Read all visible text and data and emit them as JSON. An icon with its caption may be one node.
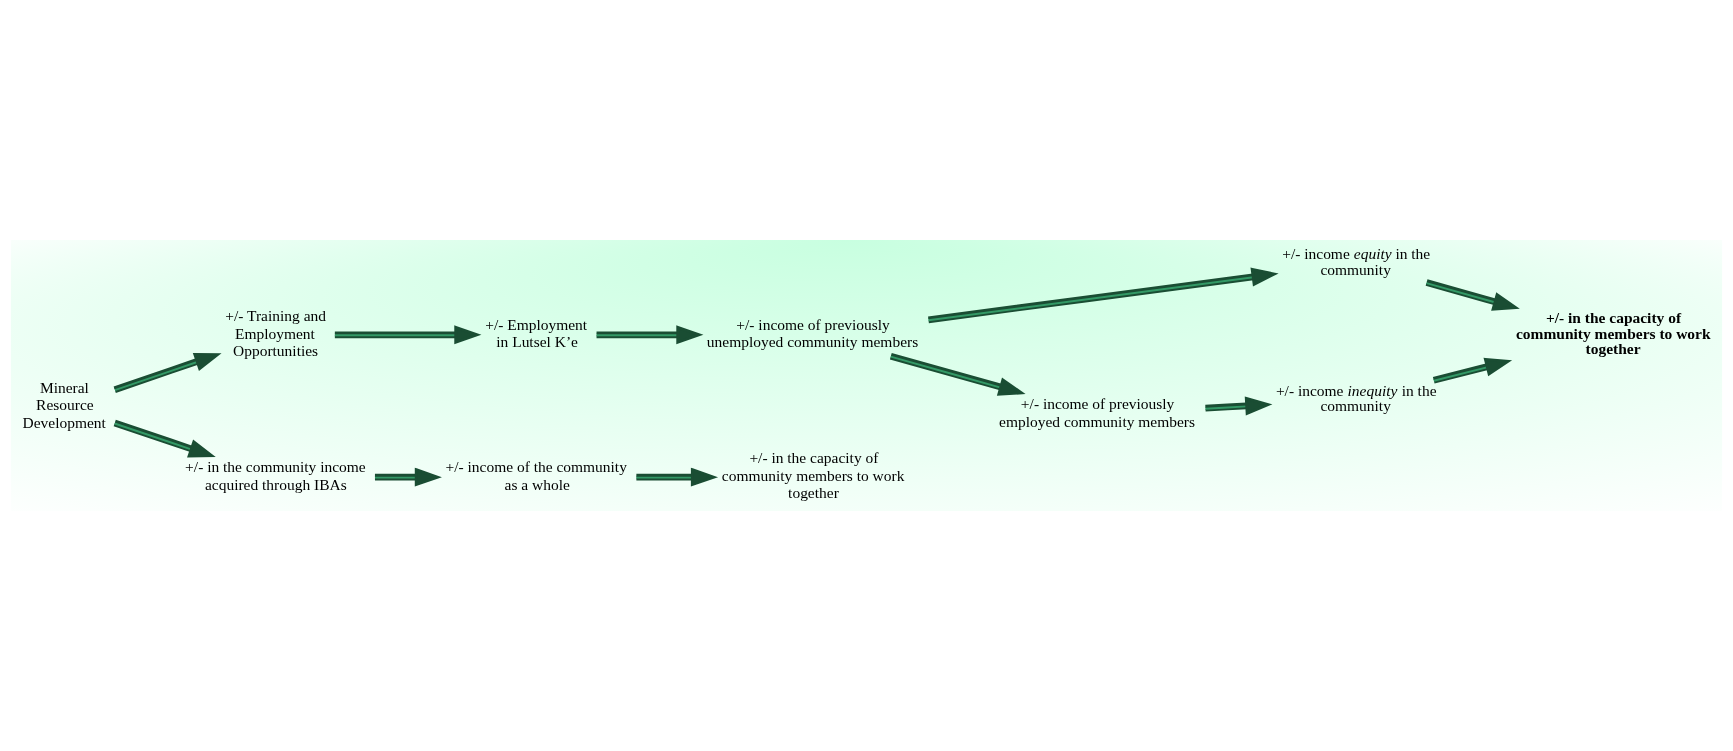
{
  "diagram": {
    "nodes": [
      {
        "text": [
          "Mineral Resource Development"
        ]
      },
      {
        "text": [
          "+/- Training and Employment Opportunities"
        ]
      },
      {
        "text": [
          "+/- Employment in Lutsel K’e"
        ]
      },
      {
        "text": [
          "+/- income of previously unemployed community members"
        ]
      },
      {
        "text": [
          "+/- in the community income acquired through IBAs"
        ]
      },
      {
        "text": [
          "+/- income *equity* in the community"
        ]
      },
      {
        "text": [
          "+/- income of previously employed community members"
        ]
      },
      {
        "text": [
          "+/- income of the community as a whole"
        ]
      },
      {
        "text": [
          "+/- income *inequity* in the community"
        ]
      },
      {
        "text": [
          "+/- in the capacity of community members to work together"
        ]
      },
      {
        "text": [
          "+/- in the capacity of community members to work together"
        ]
      }
    ],
    "edges": [
      {
        "from": 0,
        "to": 1,
        "arrow": "to"
      },
      {
        "from": 1,
        "to": 2,
        "arrow": "to"
      },
      {
        "from": 2,
        "to": 3,
        "arrow": "to"
      },
      {
        "from": 0,
        "to": 4,
        "arrow": "to"
      },
      {
        "from": 3,
        "to": 5,
        "arrow": "to"
      },
      {
        "from": 3,
        "to": 6,
        "arrow": "to"
      },
      {
        "from": 4,
        "to": 7,
        "arrow": "to"
      },
      {
        "from": 6,
        "to": 8,
        "arrow": "to"
      },
      {
        "from": 5,
        "to": 9,
        "arrow": "to"
      },
      {
        "from": 8,
        "to": 9,
        "arrow": "to"
      },
      {
        "from": 7,
        "to": 10,
        "arrow": "to"
      }
    ]
  }
}
